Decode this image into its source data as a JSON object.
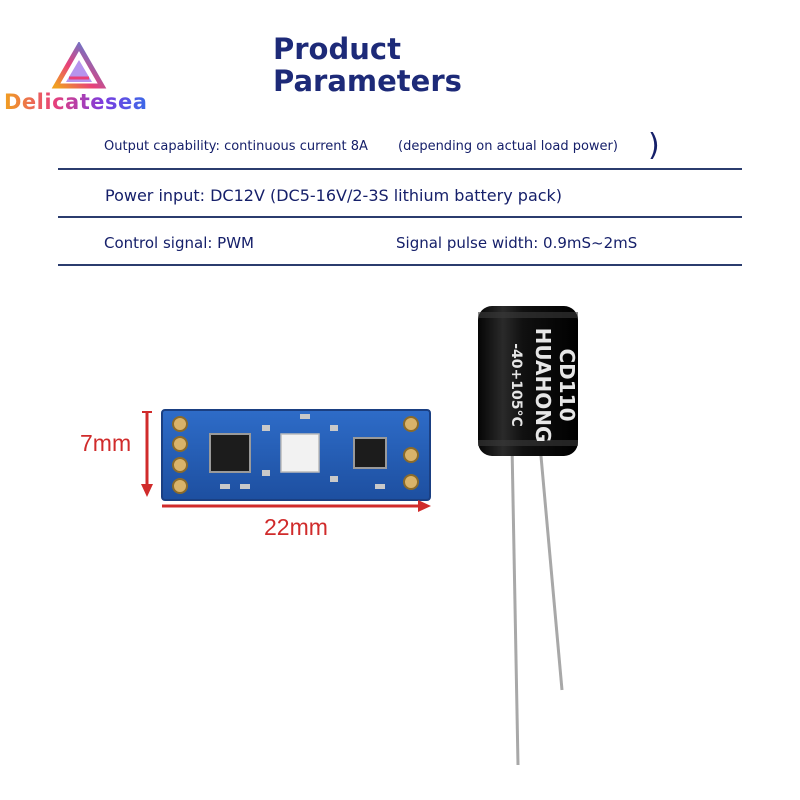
{
  "brand": {
    "name": "Delicatesea",
    "logo_icon": "triangle-logo-icon",
    "gradient": [
      "#f0a020",
      "#e8407a",
      "#7a3ce0",
      "#3a6ae8"
    ]
  },
  "title": {
    "line1": "Product",
    "line2": "Parameters",
    "color": "#1d2a78"
  },
  "params": {
    "output": "Output capability: continuous current 8A",
    "output_note": "(depending on actual load power)",
    "output_paren": ")",
    "power": "Power input: DC12V (DC5-16V/2-3S lithium battery pack)",
    "control": "Control signal: PWM",
    "pulse": "Signal pulse width: 0.9mS~2mS"
  },
  "dimensions": {
    "height_label": "7mm",
    "width_label": "22mm",
    "color": "#d02b2b"
  },
  "capacitor": {
    "text_brand": "HUAHONG",
    "text_model": "CD110",
    "text_temp": "-40+105°C"
  }
}
